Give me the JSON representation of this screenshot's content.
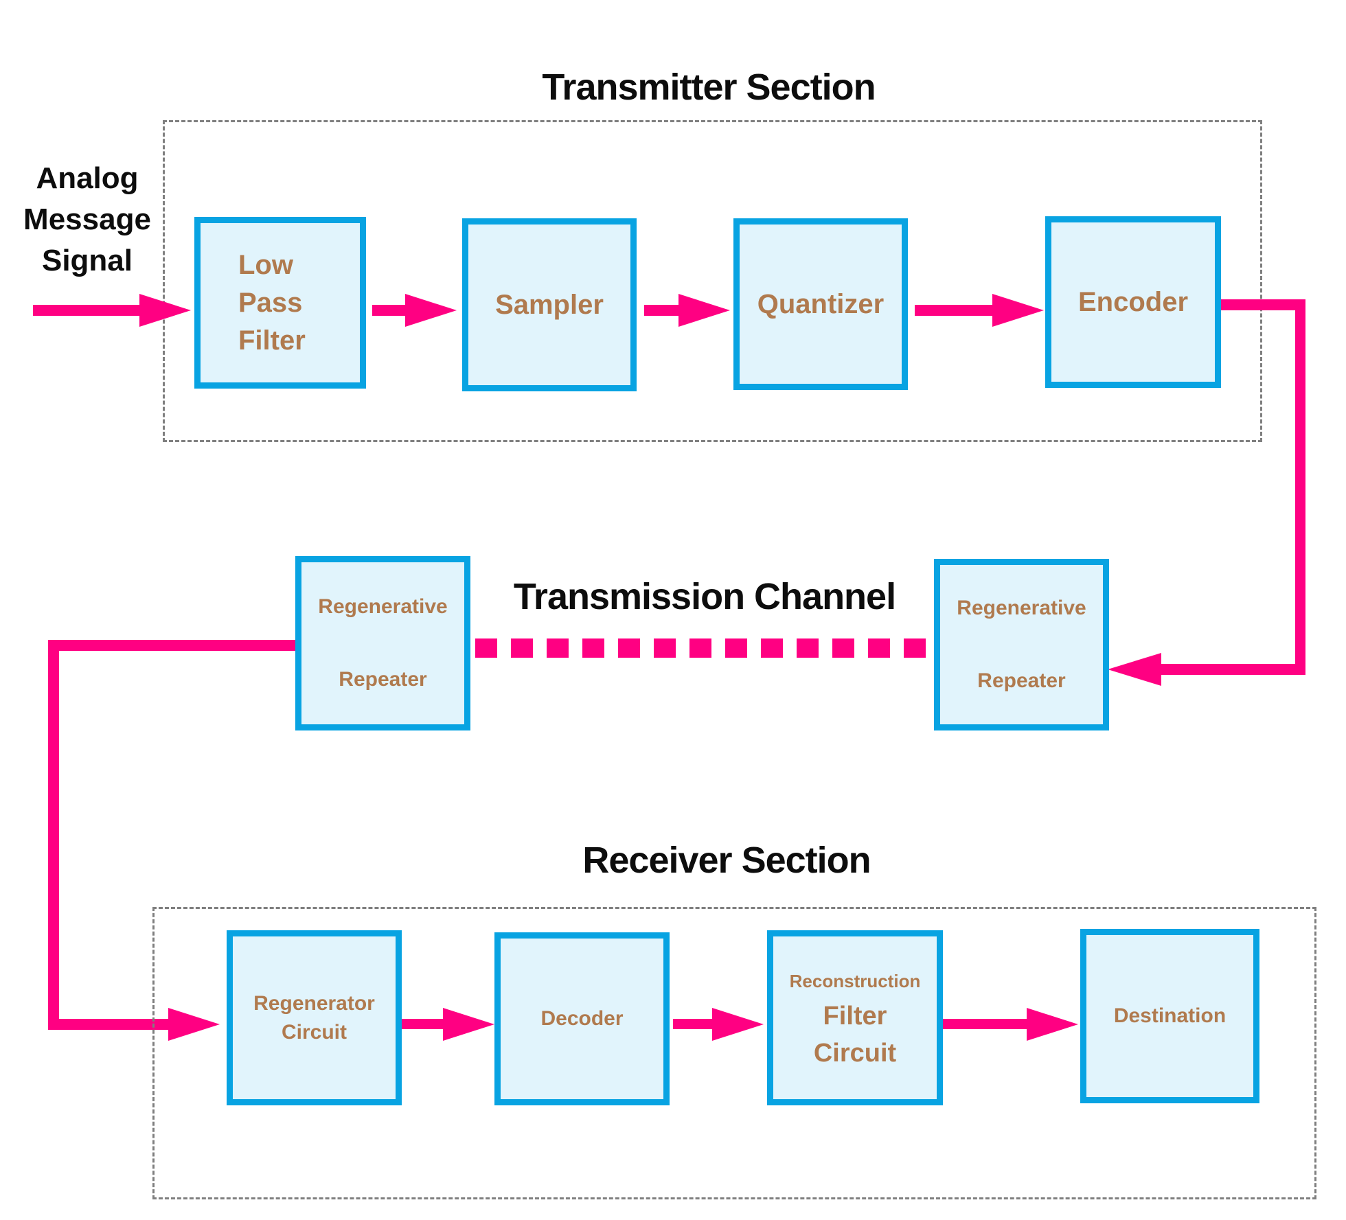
{
  "diagram": {
    "input_label": {
      "line1": "Analog",
      "line2": "Message",
      "line3": "Signal"
    },
    "sections": {
      "transmitter": {
        "title": "Transmitter Section"
      },
      "channel": {
        "title": "Transmission Channel"
      },
      "receiver": {
        "title": "Receiver Section"
      }
    },
    "blocks": {
      "low_pass_filter": {
        "line1": "Low",
        "line2": "Pass",
        "line3": "Filter"
      },
      "sampler": {
        "label": "Sampler"
      },
      "quantizer": {
        "label": "Quantizer"
      },
      "encoder": {
        "label": "Encoder"
      },
      "repeater_left": {
        "line1": "Regenerative",
        "line2": "Repeater"
      },
      "repeater_right": {
        "line1": "Regenerative",
        "line2": "Repeater"
      },
      "regenerator_circuit": {
        "line1": "Regenerator",
        "line2": "Circuit"
      },
      "decoder": {
        "label": "Decoder"
      },
      "reconstruction_filter": {
        "line1": "Reconstruction",
        "line2": "Filter",
        "line3": "Circuit"
      },
      "destination": {
        "label": "Destination"
      }
    },
    "colors": {
      "box-border": "#08a3e2",
      "box-fill": "#e1f4fc",
      "arrow": "#ff0082",
      "label-brown": "#b07a4e",
      "title-black": "#0d0d0d",
      "dash-gray": "#7f7f7f"
    }
  }
}
